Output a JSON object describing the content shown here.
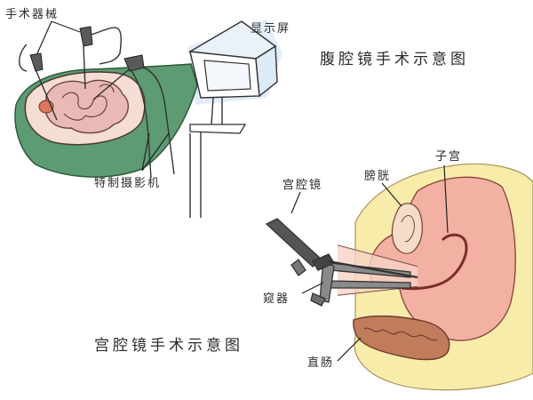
{
  "upper_diagram": {
    "title": "腹腔镜手术示意图",
    "label_instruments": "手术器械",
    "label_monitor": "显示屏",
    "label_camera": "特制摄影机"
  },
  "lower_diagram": {
    "title": "宫腔镜手术示意图",
    "label_hysteroscope": "宫腔镜",
    "label_bladder": "膀胱",
    "label_uterus": "子宫",
    "label_speculum": "窥器",
    "label_rectum": "直肠"
  },
  "colors": {
    "drape_green": "#5d9b73",
    "skin": "#f5ddd4",
    "intestine": "#e9b9b6",
    "monitor_blue": "#ddeaf7",
    "yellow_fat": "#f8ecab",
    "uterus_pink": "#f2b1a3",
    "rectum_brown": "#c17c5c",
    "highlight_blue": "#c9dff5"
  }
}
